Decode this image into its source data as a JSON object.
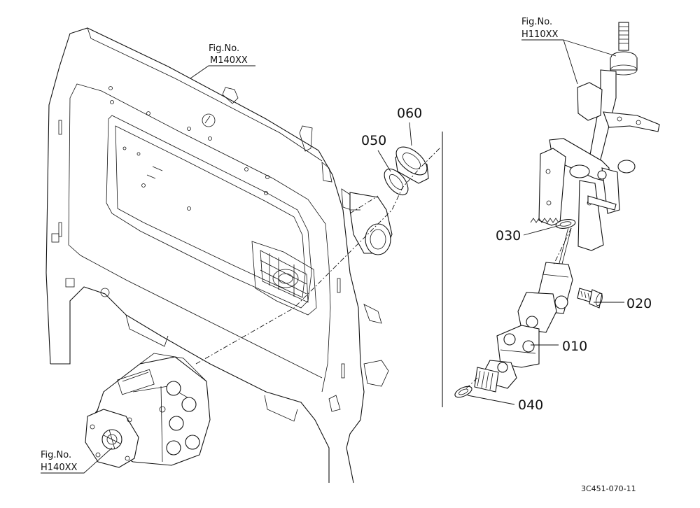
{
  "diagram": {
    "fig_refs": {
      "m140": {
        "line1": "Fig.No.",
        "line2": "M140XX"
      },
      "h110": {
        "line1": "Fig.No.",
        "line2": "H110XX"
      },
      "h140": {
        "line1": "Fig.No.",
        "line2": "H140XX"
      }
    },
    "parts": {
      "p010": "010",
      "p020": "020",
      "p030": "030",
      "p040": "040",
      "p050": "050",
      "p060": "060"
    },
    "drawing_code": "3C451-070-11"
  }
}
